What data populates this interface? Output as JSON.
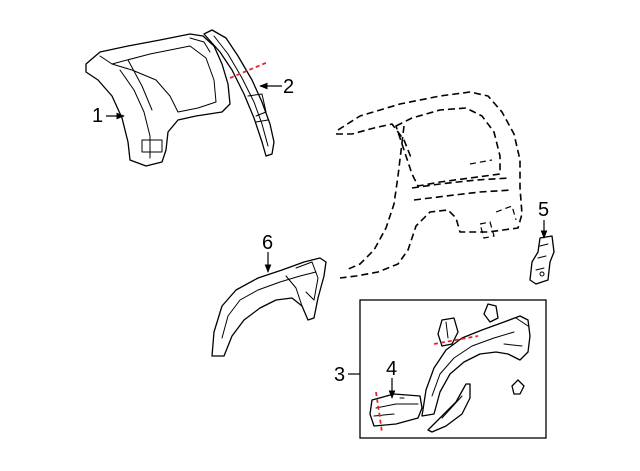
{
  "colors": {
    "line": "#000000",
    "cut_line": "#e8262a",
    "background": "#ffffff"
  },
  "callouts": [
    {
      "id": "1",
      "label": "1"
    },
    {
      "id": "2",
      "label": "2"
    },
    {
      "id": "3",
      "label": "3"
    },
    {
      "id": "4",
      "label": "4"
    },
    {
      "id": "5",
      "label": "5"
    },
    {
      "id": "6",
      "label": "6"
    }
  ]
}
